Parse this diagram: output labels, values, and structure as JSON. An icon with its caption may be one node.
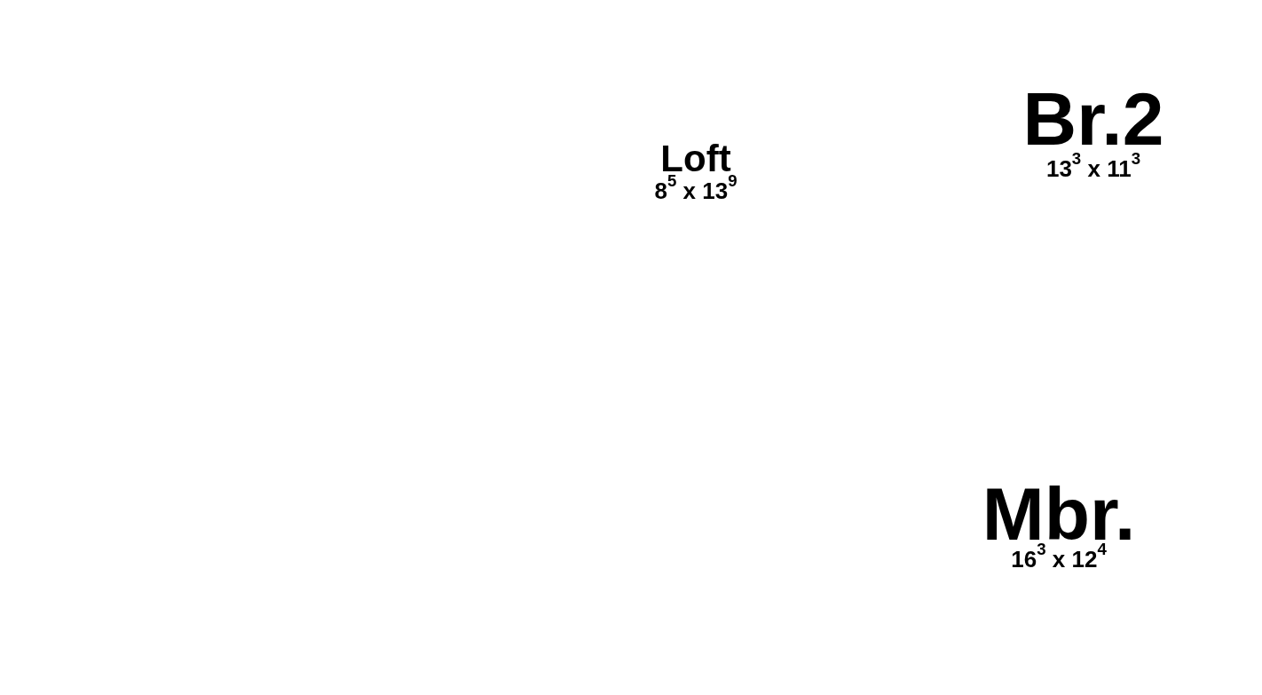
{
  "diagram": {
    "labels": [
      "Loft",
      "8$^{5}$ x 13$^{9}$",
      "Br.2",
      "13$^{3}$ x 11$^{3}$",
      "Mbr.",
      "16$^{3}$ x 12$^{4}$"
    ]
  }
}
